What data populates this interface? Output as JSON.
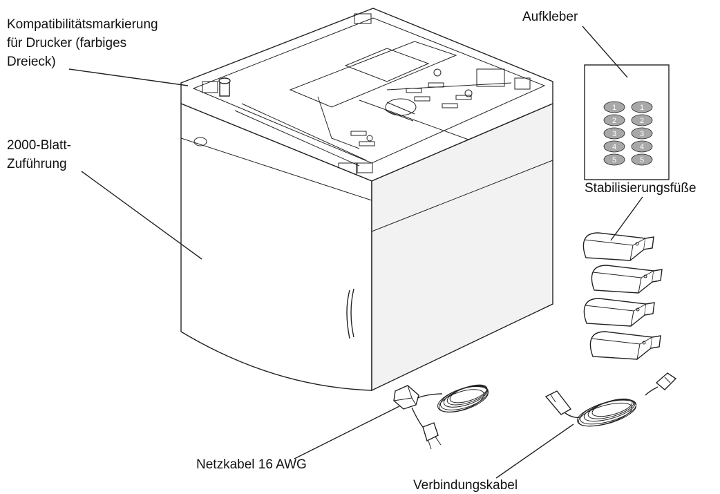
{
  "labels": {
    "compat_line1": "Kompatibilitätsmarkierung",
    "compat_line2": "für Drucker (farbiges",
    "compat_line3": "Dreieck)",
    "feeder_line1": "2000-Blatt-",
    "feeder_line2": "Zuführung",
    "sticker": "Aufkleber",
    "feet": "Stabilisierungsfüße",
    "power_cable": "Netzkabel 16 AWG",
    "connection_cable": "Verbindungskabel"
  },
  "sticker_numbers": [
    "1",
    "2",
    "3",
    "4",
    "5"
  ],
  "colors": {
    "line": "#222222",
    "face_light": "#ffffff",
    "face_shade": "#f2f2f2",
    "oval_fill": "#a8a8a8"
  }
}
